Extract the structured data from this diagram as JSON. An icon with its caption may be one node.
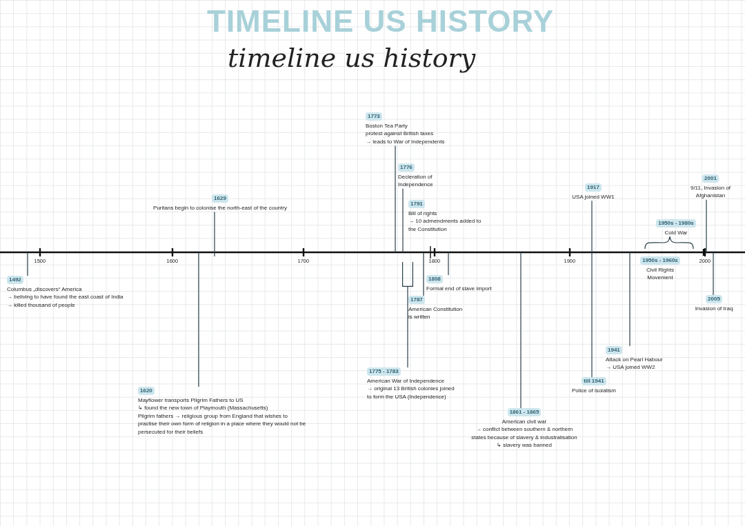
{
  "diagram": {
    "title": "timeline us history",
    "nodes": [
      {
        "text": [
          "1492",
          "Columbus „discovers“ America",
          "→ beliving to have found the east coast of India",
          "→ killed thousand of people"
        ]
      },
      {
        "text": [
          "1620",
          "Mayflower transports Pilgrim Fathers to US",
          "↳ found the new town of Playmouth (Massachusetts)",
          "Pilgrim fathers → religious group from England that wishes to practise their own form of religion in a place where they would not be persecuted for their beliefs"
        ]
      },
      {
        "text": [
          "1629",
          "Puritans begin to colonise the north-east of the country"
        ]
      },
      {
        "text": [
          "1773",
          "Boston Tea Party",
          "protest against British taxes",
          "→ leads to War of Independents"
        ]
      },
      {
        "text": [
          "1776",
          "Decleration of Independence"
        ]
      },
      {
        "text": [
          "1791",
          "Bill of rights",
          "→ 10 admendments added to the Constitution"
        ]
      },
      {
        "text": [
          "1787",
          "American Constitution is written"
        ]
      },
      {
        "text": [
          "1808",
          "Formal end of slave import"
        ]
      },
      {
        "text": [
          "1775 - 1783",
          "American War of Independence",
          "→ original 13 British colonies joined to form the USA (Independence)"
        ]
      },
      {
        "text": [
          "1861 - 1865",
          "American civil war",
          "→ conflict between southern & northern states because of slavery & industralisation",
          "↳ slavery was banned"
        ]
      },
      {
        "text": [
          "1917",
          "USA joined WW1"
        ]
      },
      {
        "text": [
          "till 1941",
          "Police of isolatism"
        ]
      },
      {
        "text": [
          "1941",
          "Attack on Pearl Habour",
          "→ USA joined WW2"
        ]
      },
      {
        "text": [
          "1950s - 1960s",
          "Civil Rights Movement"
        ]
      },
      {
        "text": [
          "1950s - 1980s",
          "Cold War"
        ]
      },
      {
        "text": [
          "2001",
          "9/11, Invasion of Afghanistan"
        ]
      },
      {
        "text": [
          "2005",
          "Invasion of Iraq"
        ]
      },
      {
        "text": [],
        "shape": "bracket"
      }
    ],
    "edges": [
      {
        "from": 0,
        "to": null,
        "arrow": "none"
      },
      {
        "from": 1,
        "to": null,
        "arrow": "none"
      },
      {
        "from": 2,
        "to": null,
        "arrow": "none"
      },
      {
        "from": 3,
        "to": null,
        "arrow": "none"
      },
      {
        "from": 4,
        "to": null,
        "arrow": "none"
      },
      {
        "from": 6,
        "to": null,
        "arrow": "none"
      },
      {
        "from": 7,
        "to": null,
        "arrow": "none"
      },
      {
        "from": 8,
        "to": 17,
        "arrow": "none"
      },
      {
        "from": 9,
        "to": null,
        "arrow": "none"
      },
      {
        "from": 10,
        "to": 11,
        "arrow": "none"
      },
      {
        "from": 12,
        "to": null,
        "arrow": "none"
      },
      {
        "from": 15,
        "to": null,
        "arrow": "none"
      },
      {
        "from": 16,
        "to": null,
        "arrow": "none"
      }
    ],
    "labels": [
      "TIMELINE US HISTORY",
      "1500",
      "1600",
      "1700",
      "1800",
      "1900",
      "2000"
    ]
  }
}
